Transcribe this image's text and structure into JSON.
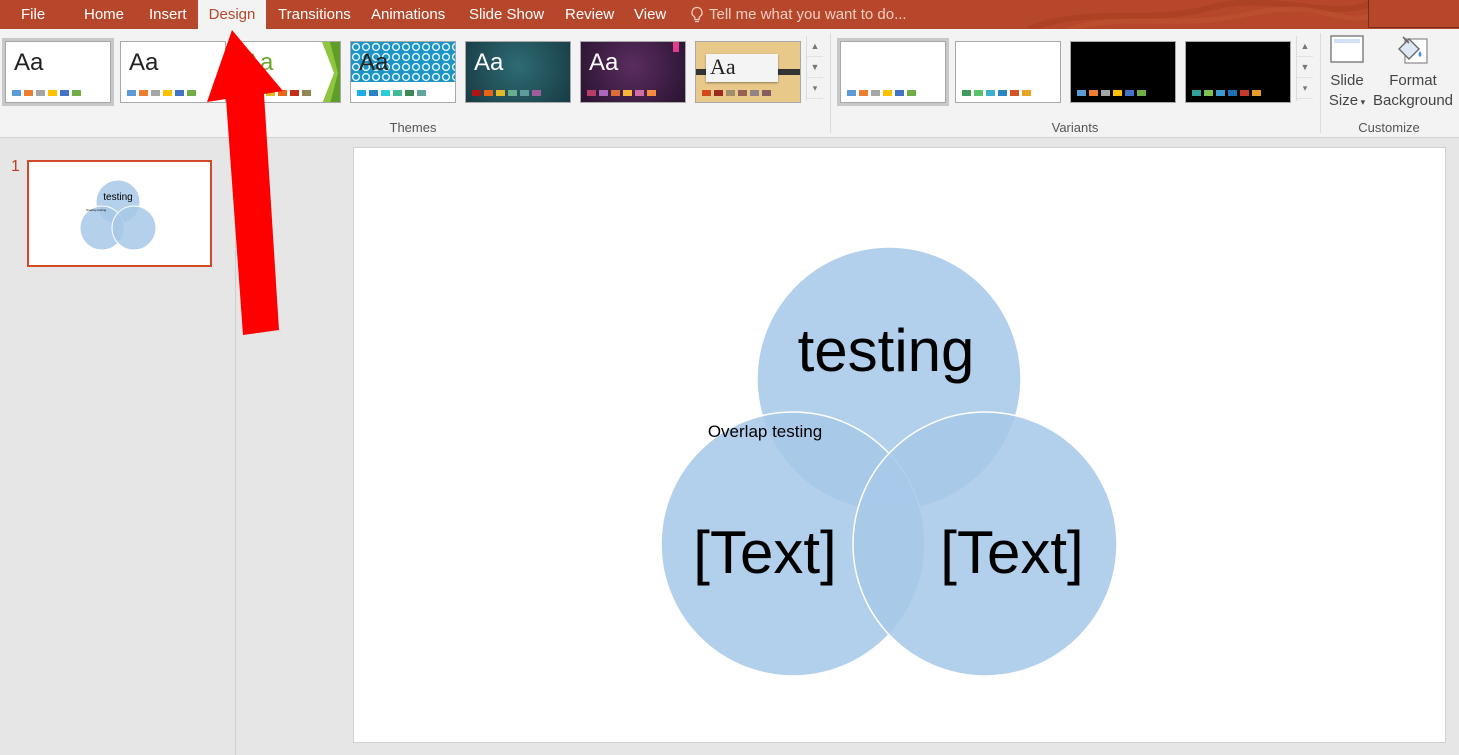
{
  "tabs": {
    "file": "File",
    "home": "Home",
    "insert": "Insert",
    "design": "Design",
    "transitions": "Transitions",
    "animations": "Animations",
    "slideshow": "Slide Show",
    "review": "Review",
    "view": "View",
    "tell_me": "Tell me what you want to do..."
  },
  "ribbon": {
    "themes_label": "Themes",
    "variants_label": "Variants",
    "customize_label": "Customize",
    "theme_sample": "Aa",
    "slide_size_line1": "Slide",
    "slide_size_line2": "Size",
    "format_bg_line1": "Format",
    "format_bg_line2": "Background"
  },
  "slide_panel": {
    "slide_number": "1"
  },
  "slide": {
    "top_circle_text": "testing",
    "overlap_text": "Overlap testing",
    "left_circle_text": "[Text]",
    "right_circle_text": "[Text]"
  },
  "colors": {
    "accent": "#b7472a",
    "venn_fill": "#a7c8e8",
    "overlay_arrow": "#ff0000"
  },
  "icons": {
    "tell_me": "lightbulb-icon",
    "slide_size": "slide-size-icon",
    "format_background": "paint-bucket-icon",
    "annotation": "red-arrow"
  }
}
